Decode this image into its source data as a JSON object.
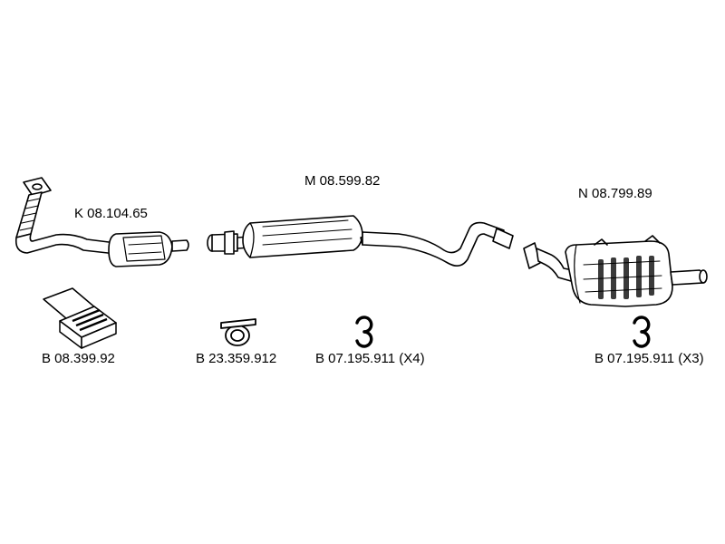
{
  "parts": {
    "catalytic_converter": {
      "code": "K 08.104.65"
    },
    "middle_silencer": {
      "code": "M 08.599.82"
    },
    "rear_silencer": {
      "code": "N 08.799.89"
    },
    "mounting_kit": {
      "code": "B 08.399.92"
    },
    "clamp": {
      "code": "B 23.359.912"
    },
    "rubber_ring_left": {
      "code": "B 07.195.911 (X4)"
    },
    "rubber_ring_right": {
      "code": "B 07.195.911 (X3)"
    }
  },
  "colors": {
    "line": "#000000",
    "fill": "#ffffff",
    "shade": "#3a3a3a"
  }
}
